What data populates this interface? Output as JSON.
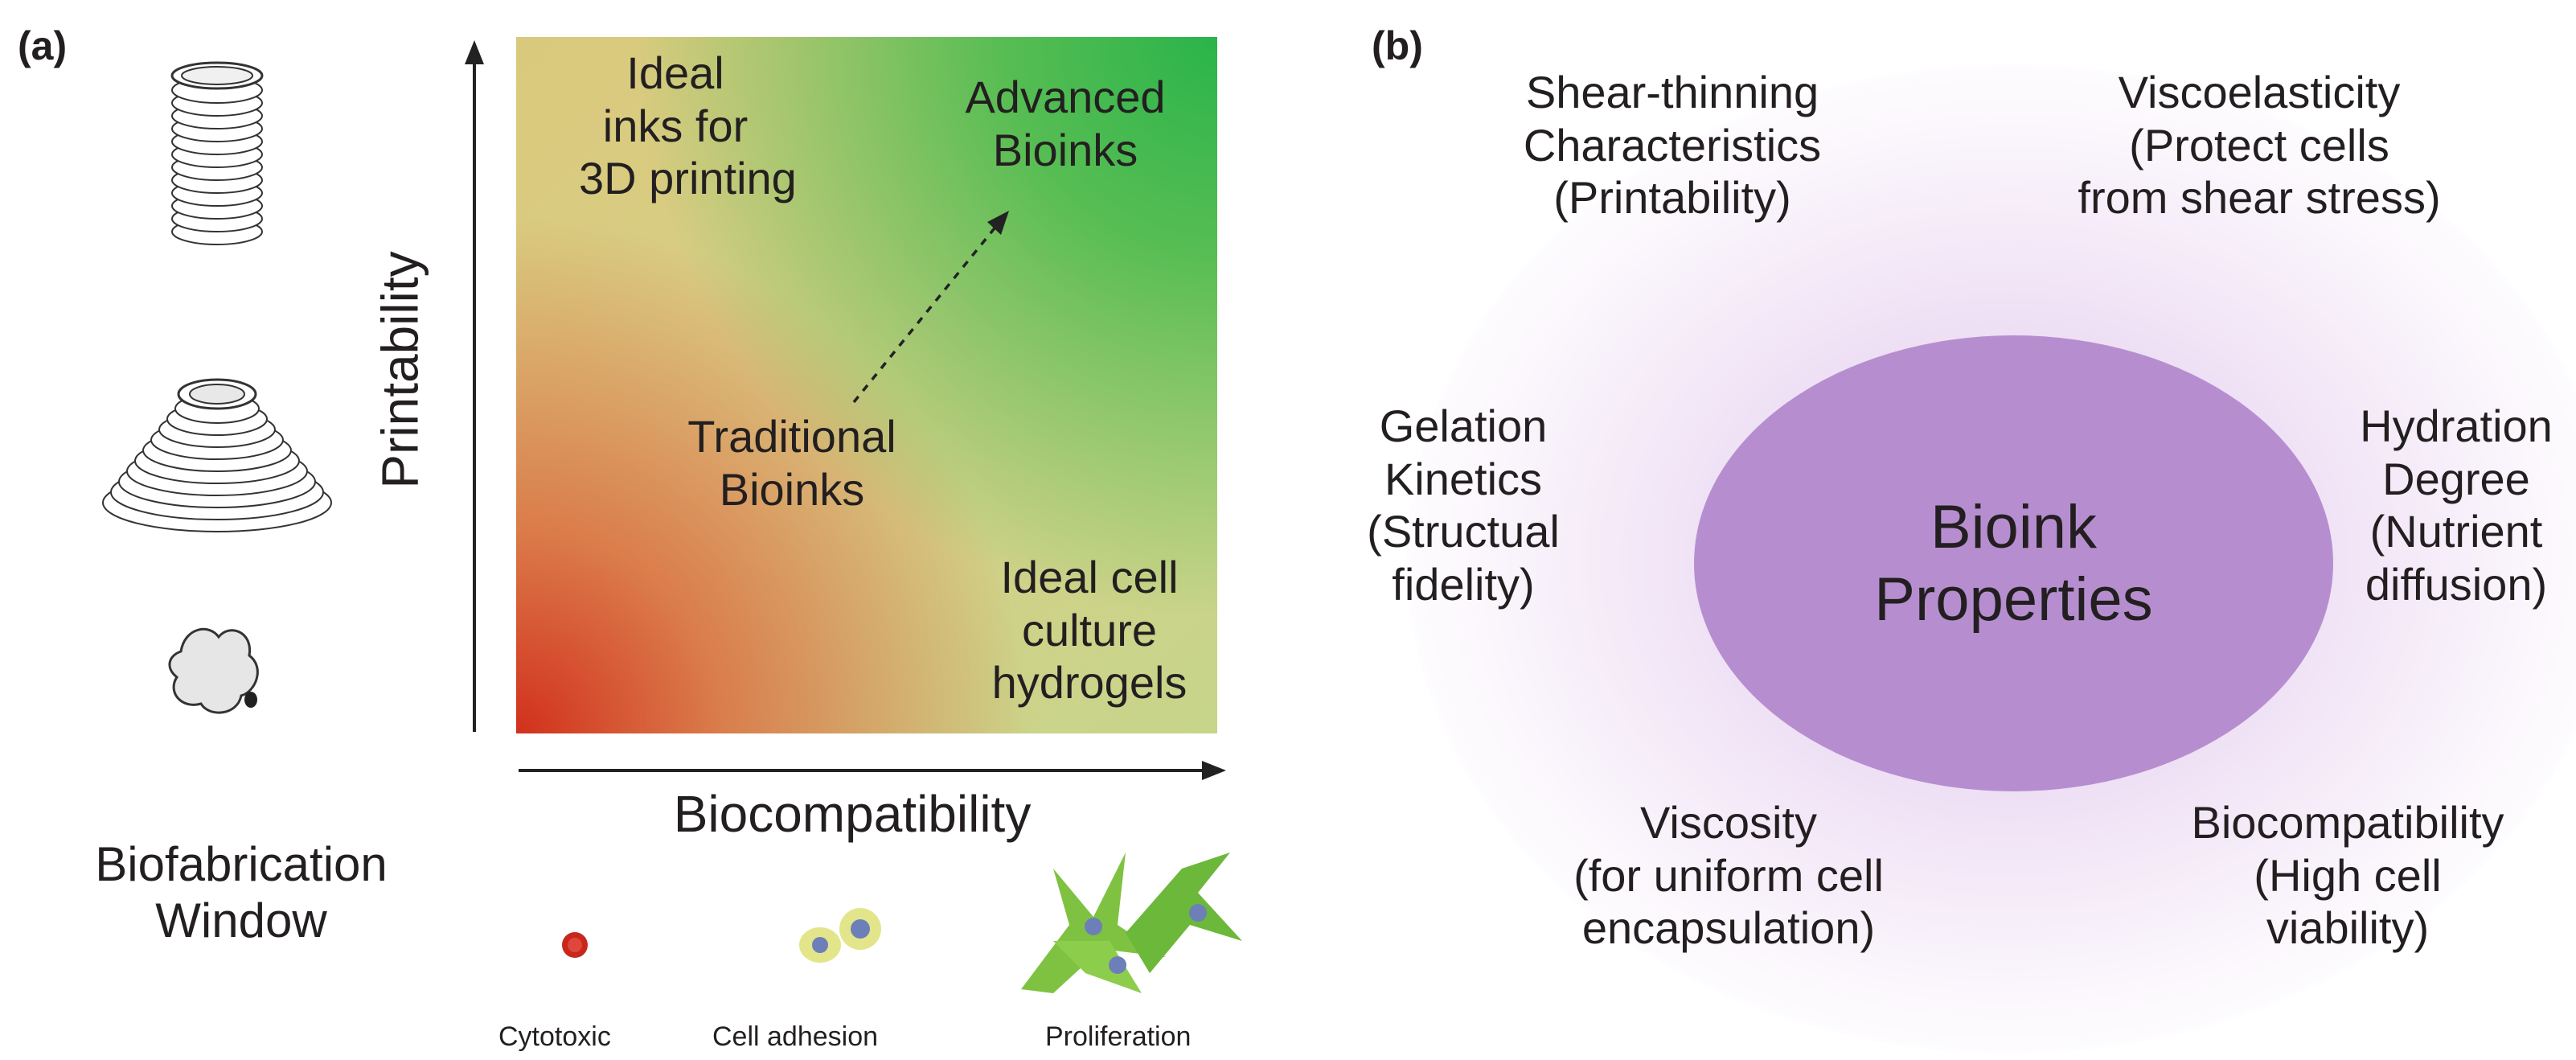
{
  "panel_a": {
    "label": "(a)",
    "corner_top_left": "Ideal\ninks for\n3D printing",
    "corner_top_right": "Advanced\nBioinks",
    "center": "Traditional\nBioinks",
    "corner_bottom_right": "Ideal cell\nculture\nhydrogels",
    "y_axis_label": "Printability",
    "x_axis_label": "Biocompatibility",
    "side_title": "Biofabrication\nWindow",
    "cell_labels": {
      "cytotoxic": "Cytotoxic",
      "cell_adhesion": "Cell adhesion",
      "proliferation": "Proliferation"
    },
    "icons": [
      "stacked-cylinder-icon",
      "cone-structure-icon",
      "amorphous-blob-icon",
      "red-cell-icon",
      "adhering-cells-icon",
      "proliferating-cells-icon"
    ],
    "colors": {
      "gradient_high": "#2ab44a",
      "gradient_low": "#d2301c",
      "gradient_mid": "#d8cf88"
    }
  },
  "panel_b": {
    "label": "(b)",
    "center": "Bioink\nProperties",
    "properties": {
      "shear_thinning": "Shear-thinning\nCharacteristics\n(Printability)",
      "viscoelasticity": "Viscoelasticity\n(Protect cells\nfrom shear stress)",
      "gelation": "Gelation\nKinetics\n(Structual\nfidelity)",
      "hydration": "Hydration\nDegree\n(Nutrient\ndiffusion)",
      "viscosity": "Viscosity\n(for uniform cell\nencapsulation)",
      "biocompatibility": "Biocompatibility\n(High cell\nviability)"
    },
    "colors": {
      "ellipse": "#b68ed0",
      "glow": "#d9b9e8"
    }
  }
}
